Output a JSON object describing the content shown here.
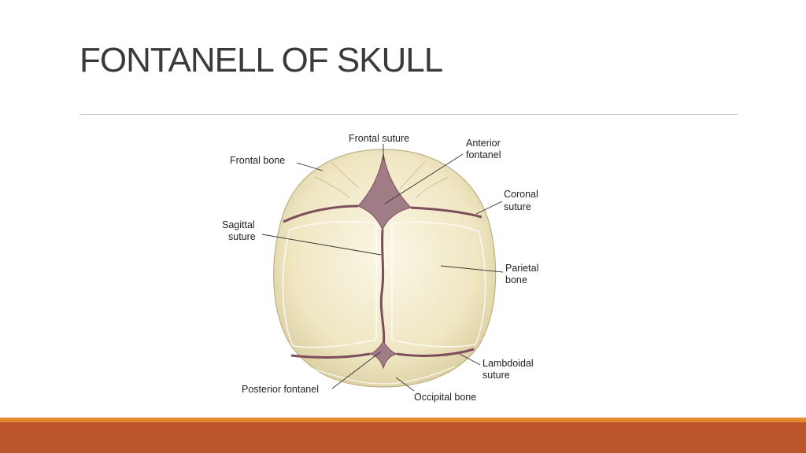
{
  "slide": {
    "title": "FONTANELL OF SKULL",
    "accent_line_color": "#E3892F",
    "footer_color": "#BC552C"
  },
  "diagram": {
    "labels": {
      "frontal_suture": "Frontal suture",
      "anterior_fontanel_1": "Anterior",
      "anterior_fontanel_2": "fontanel",
      "frontal_bone": "Frontal bone",
      "coronal_suture_1": "Coronal",
      "coronal_suture_2": "suture",
      "sagittal_suture_1": "Sagittal",
      "sagittal_suture_2": "suture",
      "parietal_bone_1": "Parietal",
      "parietal_bone_2": "bone",
      "lambdoidal_suture_1": "Lambdoidal",
      "lambdoidal_suture_2": "suture",
      "posterior_fontanel": "Posterior fontanel",
      "occipital_bone": "Occipital bone"
    },
    "colors": {
      "bone": "#F0E8C6",
      "bone_edge": "#C9BE8F",
      "suture": "#7E4D5B",
      "fontanel": "#A07C86"
    }
  }
}
